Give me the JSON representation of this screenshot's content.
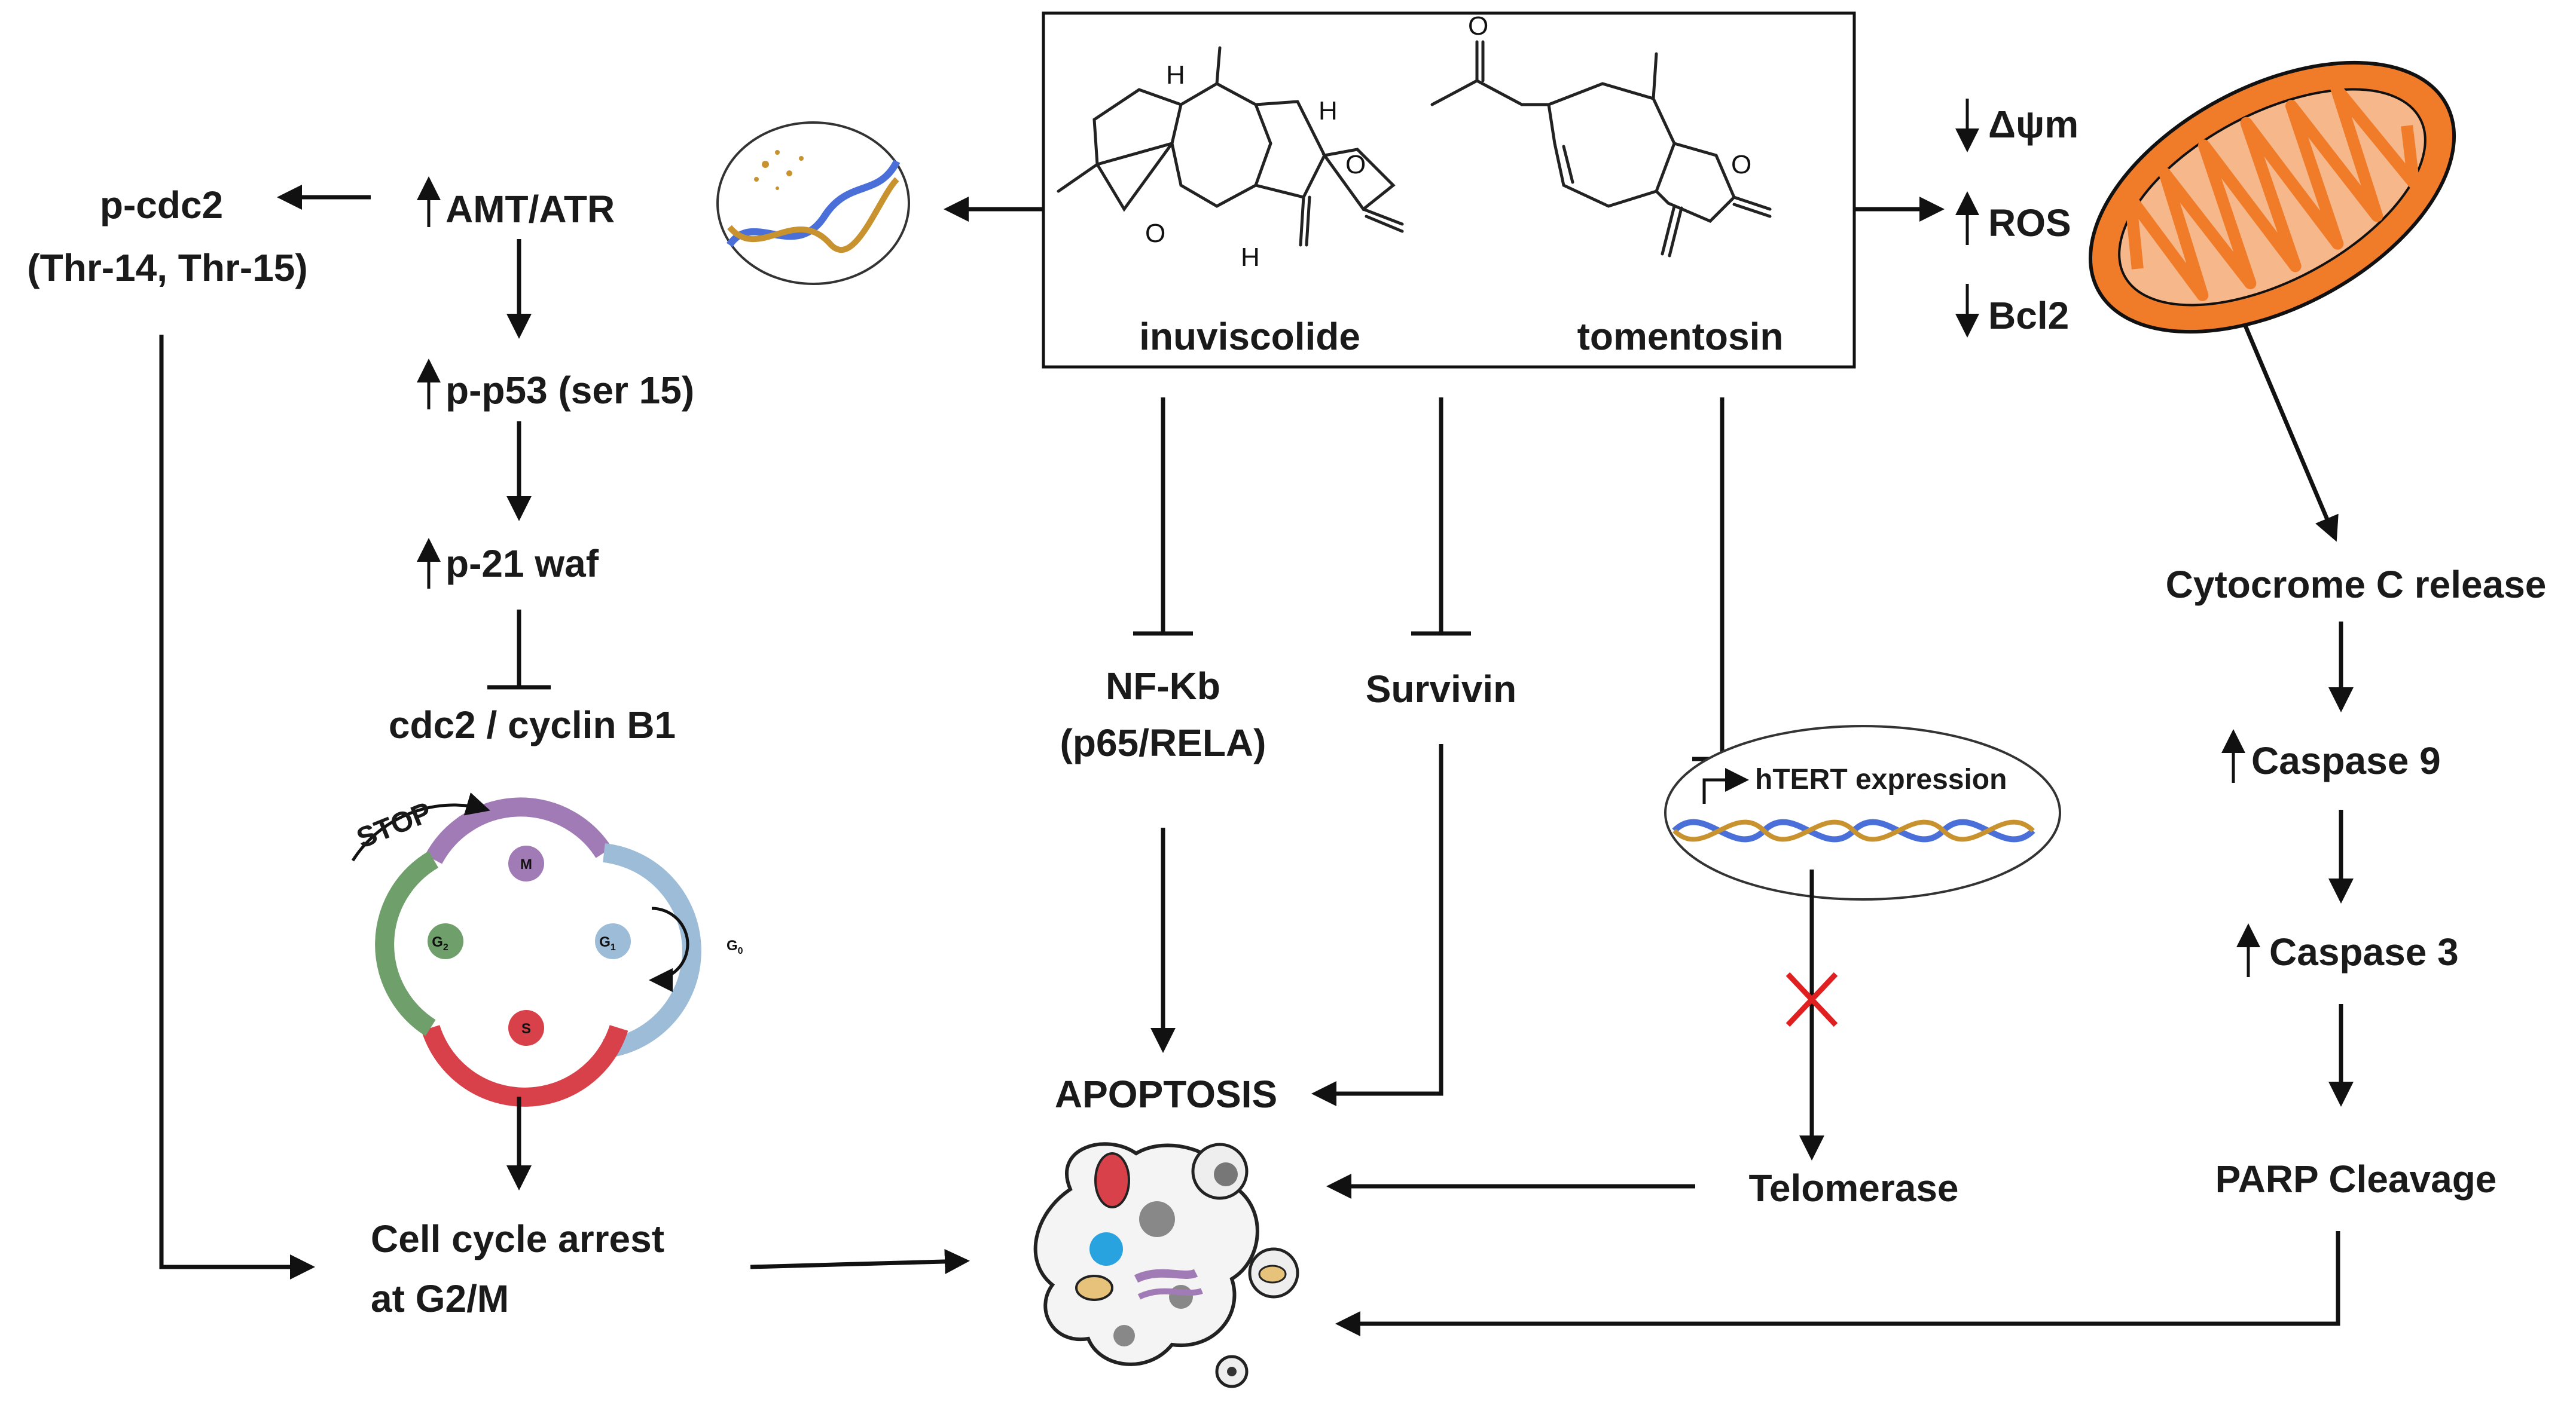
{
  "compounds": {
    "left_name": "inuviscolide",
    "right_name": "tomentosin",
    "atoms": {
      "h": "H",
      "o": "O"
    }
  },
  "dna_damage": {
    "amt_atr": "AMT/ATR",
    "p_cdc2": "p-cdc2",
    "thr_sites": "(Thr-14, Thr-15)",
    "p_p53": "p-p53 (ser 15)",
    "p21": "p-21 waf",
    "cdc2_cyclin": "cdc2 / cyclin B1"
  },
  "cell_cycle": {
    "stop": "STOP",
    "phases": {
      "m": "M",
      "g1": "G",
      "g1_sub": "1",
      "g2": "G",
      "g2_sub": "2",
      "s": "S",
      "g0": "G",
      "g0_sub": "0"
    },
    "arrest_line1": "Cell cycle arrest",
    "arrest_line2": "at G2/M"
  },
  "center": {
    "nfkb_line1": "NF-Kb",
    "nfkb_line2": "(p65/RELA)",
    "survivin": "Survivin",
    "apoptosis": "APOPTOSIS",
    "htert": "hTERT expression",
    "telomerase": "Telomerase"
  },
  "mitochondria": {
    "dpsi": "Δψm",
    "ros": "ROS",
    "bcl2": "Bcl2",
    "cytochrome": "Cytocrome C release",
    "caspase9": "Caspase 9",
    "caspase3": "Caspase 3",
    "parp": "PARP Cleavage"
  },
  "colors": {
    "line": "#111111",
    "mito_orange": "#f07c2a",
    "mito_inner": "#f6b88a",
    "m_phase": "#a07bb5",
    "g1_phase": "#9dbcd8",
    "s_phase": "#d8404a",
    "g2_phase": "#6f9f6a",
    "red_x": "#e02020",
    "dna_blue": "#4a6fd8",
    "dna_gold": "#c8922f"
  }
}
